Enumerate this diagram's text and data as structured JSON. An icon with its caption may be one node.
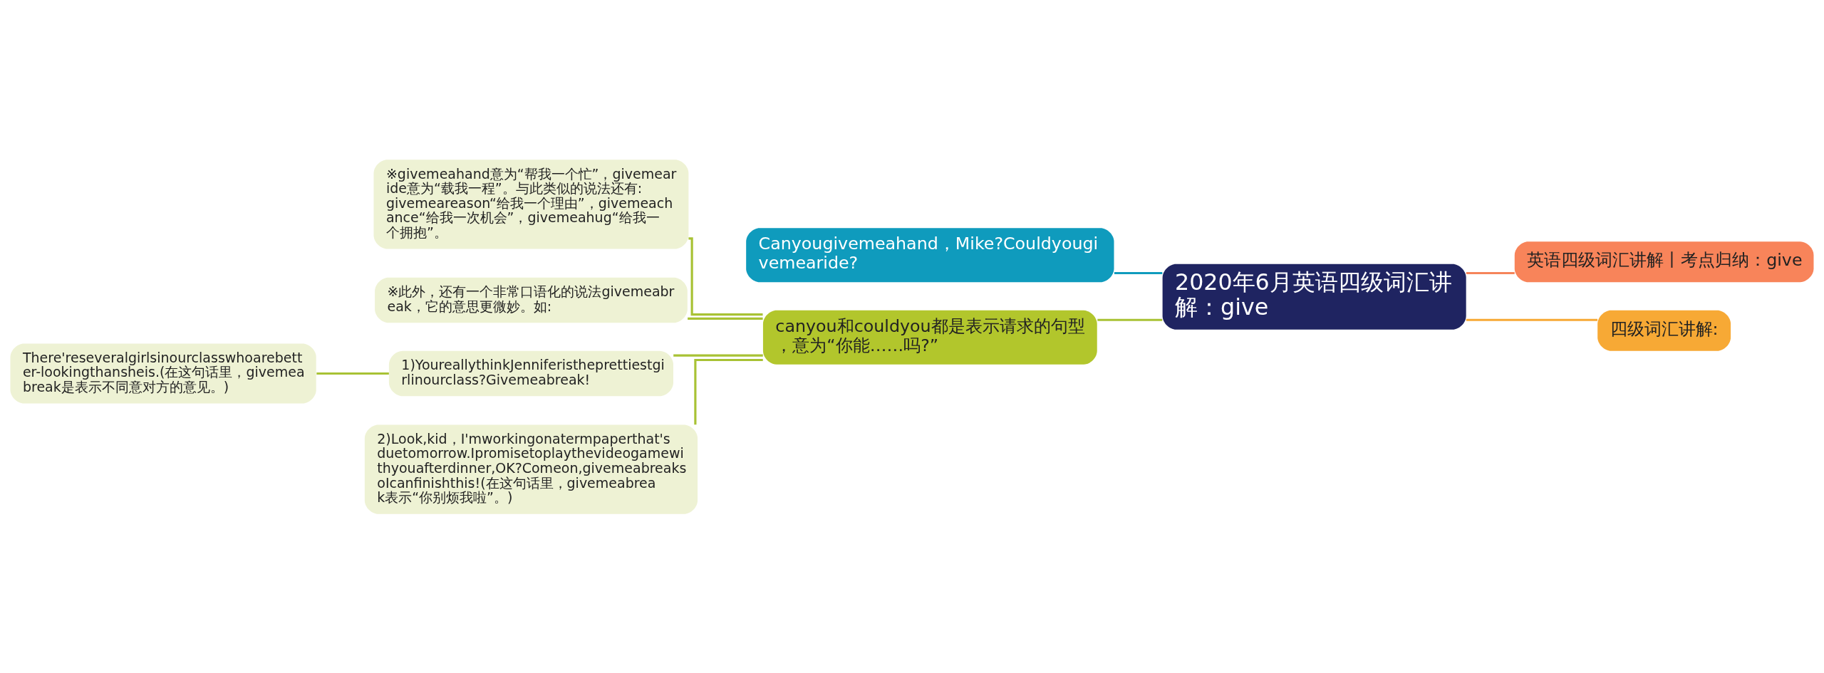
{
  "diagram": {
    "nodes": [
      {
        "text": [
          "2020年6月英语四级词汇讲解：give"
        ]
      },
      {
        "text": [
          "Canyougivemeahand，Mike?Couldyougivemearide?"
        ]
      },
      {
        "text": [
          "canyou和couldyou都是表示请求的句型，意为“你能……吗?”"
        ]
      },
      {
        "text": [
          "※givemeahand意为“帮我一个忙”，givemearide意为“载我一程”。与此类似的说法还有:givemeareason“给我一个理由”，givemeachance“给我一次机会”，givemeahug“给我一个拥抱”。"
        ]
      },
      {
        "text": [
          "※此外，还有一个非常口语化的说法givemeabreak，它的意思更微妙。如:"
        ]
      },
      {
        "text": [
          "1)YoureallythinkJenniferistheprettiestgirlinourclass?Givemeabreak!"
        ]
      },
      {
        "text": [
          "There'reseveralgirlsinourclasswhoarebetter-lookingthansheis.(在这句话里，givemeabreak是表示不同意对方的意见。)"
        ]
      },
      {
        "text": [
          "2)Look,kid，I'mworkingonatermpaperthat'sduetomorrow.Ipromisetoplaythevideogamewithyouafterdinner,OK?Comeon,givemeabreaksoIcanfinishthis!(在这句话里，givemeabreak表示“你别烦我啦”。)"
        ]
      },
      {
        "text": [
          "英语四级词汇讲解丨考点归纳：give"
        ]
      },
      {
        "text": [
          "四级词汇讲解:"
        ]
      }
    ],
    "edges": [
      {
        "from": 0,
        "to": 1,
        "arrow": "none",
        "color": "#0f9bbd"
      },
      {
        "from": 0,
        "to": 2,
        "arrow": "none",
        "color": "#a8c234"
      },
      {
        "from": 2,
        "to": 3,
        "arrow": "none",
        "color": "#a8c234"
      },
      {
        "from": 2,
        "to": 4,
        "arrow": "none",
        "color": "#a8c234"
      },
      {
        "from": 2,
        "to": 5,
        "arrow": "none",
        "color": "#a8c234"
      },
      {
        "from": 5,
        "to": 6,
        "arrow": "none",
        "color": "#a8c234"
      },
      {
        "from": 2,
        "to": 7,
        "arrow": "none",
        "color": "#a8c234"
      },
      {
        "from": 0,
        "to": 8,
        "arrow": "none",
        "color": "#f5845a"
      },
      {
        "from": 0,
        "to": 9,
        "arrow": "none",
        "color": "#f7a935"
      }
    ]
  }
}
